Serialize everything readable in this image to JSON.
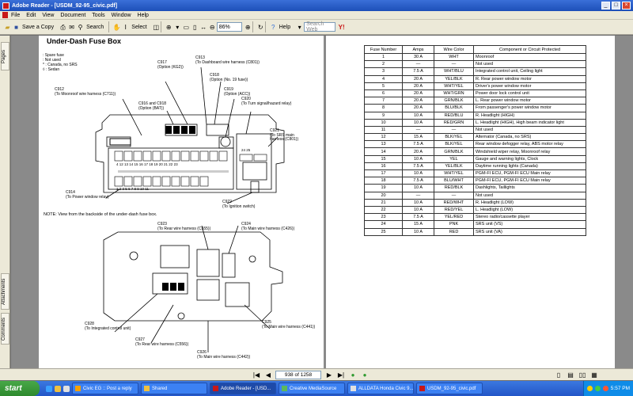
{
  "window": {
    "title": "Adobe Reader - [USDM_92-95_civic.pdf]"
  },
  "menu": [
    "File",
    "Edit",
    "View",
    "Document",
    "Tools",
    "Window",
    "Help"
  ],
  "toolbar": {
    "save_copy": "Save a Copy",
    "search": "Search",
    "select": "Select",
    "zoom": "86%",
    "help": "Help",
    "search_placeholder": "Search Web"
  },
  "side_tabs": {
    "pages": "Pages",
    "attachments": "Attachments",
    "comments": "Comments"
  },
  "left_page": {
    "heading": "Under-Dash Fuse Box",
    "legend": [
      ": Spare fuse",
      ": Not used",
      "* : Canada, no SRS",
      "◊ : Sedan"
    ],
    "note": "NOTE:  View from the backside of the under-dash fuse box.",
    "callouts": {
      "c917": "C917\n(Option (KG2))",
      "c913": "C913\n(To Dashboard wire harness (C801))",
      "c918": "C918\n(Option (No. 19 fuse))",
      "c912": "C912\n(To Moonroof wire harness (C711))",
      "c916": "C916 and C918\n(Option (BAT))",
      "c919": "C919\n(Option (ACC))",
      "c920": "C920\n(To Turn signal/hazard relay)",
      "c921": "C921\n(To SRS main\nharness (C801))",
      "c914": "C914\n(To Power window relay)",
      "c922": "C922\n(To Ignition switch)",
      "c923": "C923\n(To Rear wire harness (C555))",
      "c924": "C924\n(To Main wire harness (C426))",
      "c928": "C928\n(To Integrated control unit)",
      "c927": "C927\n(To Rear wire harness (C556))",
      "c925": "C925\n(To Main wire harness (C441))",
      "c926": "C926\n(To Main wire harness (C442))"
    },
    "fuse_numbers_row1": "4 12 13 14 15 16 17 18 19 20 21 22 23",
    "fuse_numbers_row2": "1 2 3 5 6 7 8 9 10 11",
    "fuse_numbers_right": "24 25"
  },
  "fuse_table": {
    "headers": [
      "Fuse Number",
      "Amps",
      "Wire Color",
      "Component or Circuit Protected"
    ],
    "rows": [
      [
        "1",
        "30 A",
        "WHT",
        "Moonroof"
      ],
      [
        "2",
        "—",
        "—",
        "Not used"
      ],
      [
        "3",
        "7.5 A",
        "WHT/BLU",
        "Integrated control unit, Ceiling light"
      ],
      [
        "4",
        "20 A",
        "YEL/BLK",
        "R. Rear power window motor"
      ],
      [
        "5",
        "20 A",
        "WHT/YEL",
        "Driver's power window motor"
      ],
      [
        "6",
        "20 A",
        "WHT/GRN",
        "Power door lock control unit"
      ],
      [
        "7",
        "20 A",
        "GRN/BLK",
        "L. Rear power window motor"
      ],
      [
        "8",
        "20 A",
        "BLU/BLK",
        "From passenger's power window motor"
      ],
      [
        "9",
        "10 A",
        "RED/BLU",
        "R. Headlight (HIGH)"
      ],
      [
        "10",
        "10 A",
        "RED/GRN",
        "L. Headlight (HIGH), High beam indicator light"
      ],
      [
        "11",
        "—",
        "—",
        "Not used"
      ],
      [
        "12",
        "15 A",
        "BLK/YEL",
        "Alternator (Canada, no SRS)"
      ],
      [
        "13",
        "7.5 A",
        "BLK/YEL",
        "Rear window defogger relay, ABS motor relay"
      ],
      [
        "14",
        "20 A",
        "GRN/BLK",
        "Windshield wiper relay, Moonroof relay"
      ],
      [
        "15",
        "10 A",
        "YEL",
        "Gauge and warning lights, Clock"
      ],
      [
        "16",
        "7.5 A",
        "YEL/BLK",
        "Daytime running lights (Canada)"
      ],
      [
        "17",
        "10 A",
        "WHT/YEL",
        "PGM-FI ECU, PGM-FI ECU Main relay"
      ],
      [
        "18",
        "7.5 A",
        "BLU/WHT",
        "PGM-FI ECU, PGM-FI ECU Main relay"
      ],
      [
        "19",
        "10 A",
        "RED/BLK",
        "Dashlights, Taillights"
      ],
      [
        "20",
        "—",
        "—",
        "Not used"
      ],
      [
        "21",
        "10 A",
        "RED/WHT",
        "R. Headlight (LOW)"
      ],
      [
        "22",
        "10 A",
        "RED/YEL",
        "L. Headlight (LOW)"
      ],
      [
        "23",
        "7.5 A",
        "YEL/RED",
        "Stereo radio/cassette player"
      ],
      [
        "24",
        "15 A",
        "PNK",
        "SRS unit (VS)"
      ],
      [
        "25",
        "10 A",
        "RED",
        "SRS unit (VA)"
      ]
    ]
  },
  "navigation": {
    "page_indicator": "938 of 1258"
  },
  "taskbar": {
    "start": "start",
    "tasks": [
      "Civic EG :: Post a reply",
      "Shared",
      "Adobe Reader - [USD...",
      "Creative MediaSource",
      "ALLDATA Honda Civic 9...",
      "USDM_92-95_civic.pdf"
    ],
    "active_task": 2,
    "clock": "5:57 PM"
  },
  "colors": {
    "titlebar": "#1d4fb8",
    "taskbar": "#2356c8",
    "start": "#2e8a2e"
  }
}
